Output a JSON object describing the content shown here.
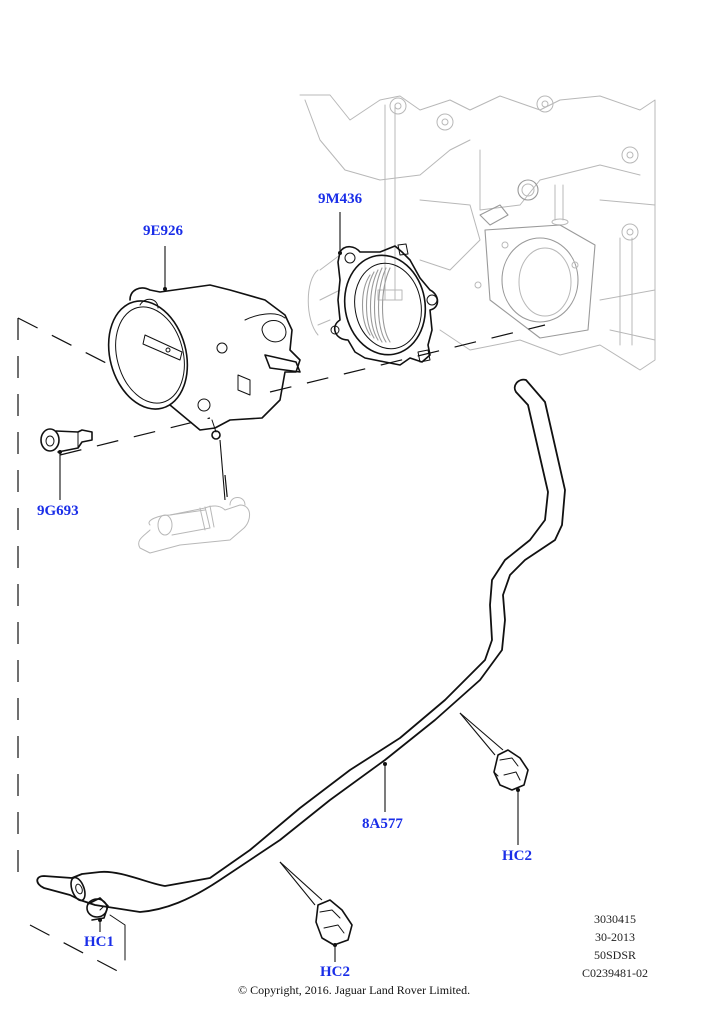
{
  "diagram": {
    "title": "Throttle body and hose parts illustration",
    "callouts": [
      {
        "id": "9E926",
        "part": "throttle-body"
      },
      {
        "id": "9M436",
        "part": "gasket"
      },
      {
        "id": "9G693",
        "part": "bolt"
      },
      {
        "id": "8A577",
        "part": "hose"
      },
      {
        "id": "HC1",
        "part": "hose-clamp"
      },
      {
        "id": "HC2",
        "part": "hose-clip-upper"
      },
      {
        "id": "HC2",
        "part": "hose-clip-lower"
      }
    ],
    "reference": {
      "line1": "3030415",
      "line2": "30-2013",
      "line3": "50SDSR",
      "line4": "C0239481-02"
    },
    "copyright": "© Copyright, 2016. Jaguar Land Rover Limited."
  },
  "colors": {
    "callout_text": "#1a2ee8",
    "linework": "#111111",
    "ghost_linework": "#b8b8b8",
    "background": "#ffffff"
  }
}
